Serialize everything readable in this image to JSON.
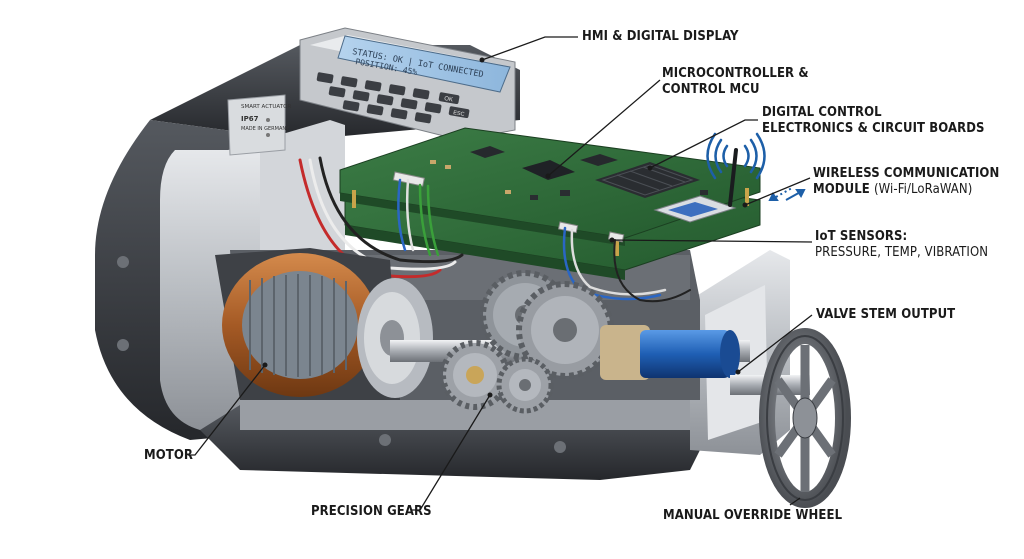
{
  "labels": {
    "hmi": "HMI & DIGITAL DISPLAY",
    "mcu_line1": "MICROCONTROLLER &",
    "mcu_line2": "CONTROL MCU",
    "electronics_line1": "DIGITAL CONTROL",
    "electronics_line2": "ELECTRONICS & CIRCUIT BOARDS",
    "wireless_line1": "WIRELESS COMMUNICATION",
    "wireless_line2_bold": "MODULE",
    "wireless_line2_normal": "(Wi-Fi/LoRaWAN)",
    "sensors_line1": "IoT SENSORS:",
    "sensors_line2": "PRESSURE, TEMP, VIBRATION",
    "valve_stem": "VALVE STEM OUTPUT",
    "motor": "MOTOR",
    "gears": "PRECISION GEARS",
    "override": "MANUAL OVERRIDE WHEEL"
  },
  "display": {
    "line1": "STATUS: OK | IoT CONNECTED",
    "line2": "POSITION: 45%",
    "key_ok": "OK",
    "key_esc": "ESC"
  },
  "nameplate": {
    "title": "SMART ACTUATOR",
    "rating": "IP67",
    "origin": "MADE IN GERMANY"
  },
  "colors": {
    "housing_light": "#c9ccd0",
    "housing_dark": "#3a3d42",
    "pcb": "#2f6b3a",
    "lcd": "#9fc3e3",
    "stem_blue": "#1f5fb4",
    "copper": "#b0652e",
    "wifi": "#1d5fa8"
  }
}
